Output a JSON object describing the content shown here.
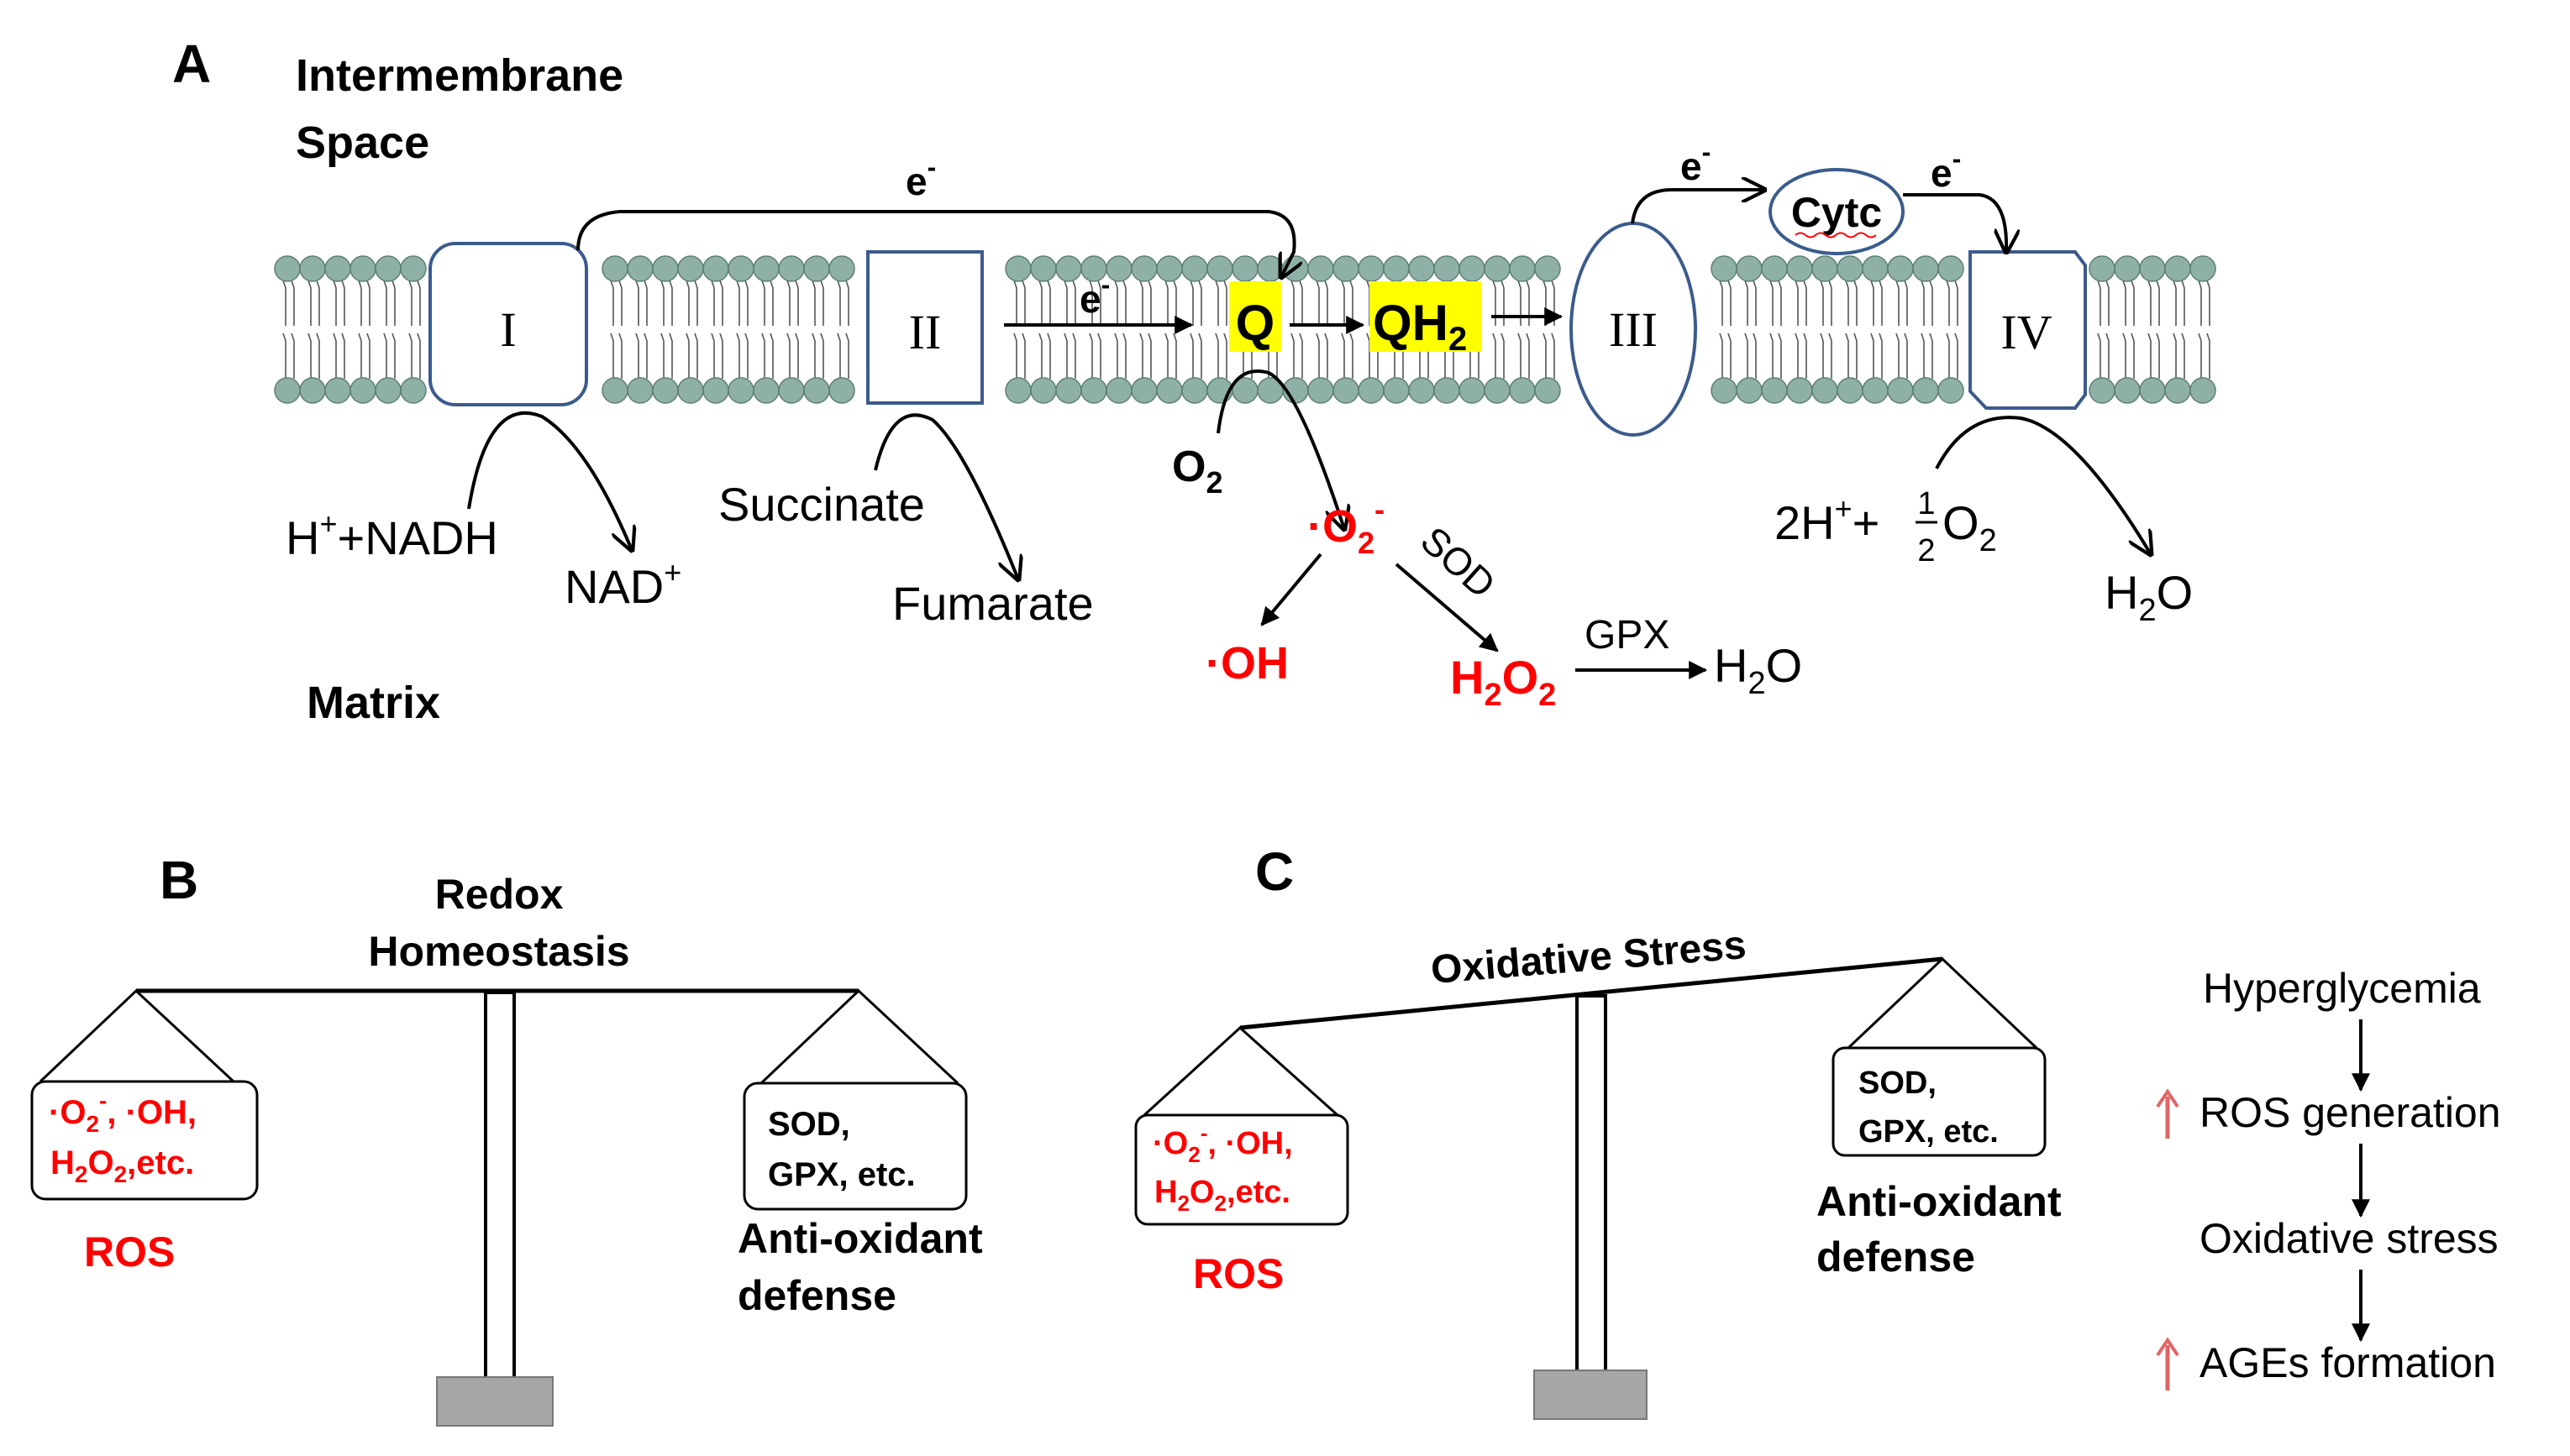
{
  "panel_a": {
    "letter": "A",
    "intermembrane_line1": "Intermembrane",
    "intermembrane_line2": "Space",
    "matrix": "Matrix",
    "complex_1": "I",
    "complex_2": "II",
    "complex_3": "III",
    "complex_4": "IV",
    "electron": "e",
    "electron_charge": "-",
    "cytc": "Cytc",
    "q": "Q",
    "qh": "QH",
    "qh_sub": "2",
    "h_nadh_a": "H",
    "h_nadh_sup": "+",
    "h_nadh_b": "+NADH",
    "nad": "NAD",
    "nad_sup": "+",
    "succinate": "Succinate",
    "fumarate": "Fumarate",
    "o2": "O",
    "o2_sub": "2",
    "superoxide_dot": "·",
    "superoxide": "O",
    "superoxide_sub": "2",
    "superoxide_sup": "-",
    "sod": "SOD",
    "hydroxyl_dot": "·",
    "hydroxyl": "OH",
    "h2o2_h": "H",
    "h2o2_2a": "2",
    "h2o2_o": "O",
    "h2o2_2b": "2",
    "gpx": "GPX",
    "water_h": "H",
    "water_2": "2",
    "water_o": "O",
    "iv_reactant_a": "2H",
    "iv_reactant_sup": "+",
    "iv_reactant_plus": "+",
    "iv_frac_num": "1",
    "iv_frac_den": "2",
    "iv_o": "O",
    "iv_o_sub": "2",
    "iv_water_h": "H",
    "iv_water_2": "2",
    "iv_water_o": "O"
  },
  "panel_b": {
    "letter": "B",
    "title_line1": "Redox",
    "title_line2": "Homeostasis",
    "ros_box_line1": "·O",
    "ros_box_line1_sub": "2",
    "ros_box_line1_sup": "-",
    "ros_box_line1_rest": ", ·OH,",
    "ros_box_line2": "H",
    "ros_box_line2_sub": "2",
    "ros_box_line2_o": "O",
    "ros_box_line2_sub2": "2",
    "ros_box_line2_rest": ",etc.",
    "ros_label": "ROS",
    "anti_box_line1": "SOD,",
    "anti_box_line2": "GPX, etc.",
    "anti_label_line1": "Anti-oxidant",
    "anti_label_line2": "defense"
  },
  "panel_c": {
    "letter": "C",
    "title": "Oxidative Stress",
    "ros_box_line1": "·O",
    "ros_box_line1_sub": "2",
    "ros_box_line1_sup": "-",
    "ros_box_line1_rest": ", ·OH,",
    "ros_box_line2": "H",
    "ros_box_line2_sub": "2",
    "ros_box_line2_o": "O",
    "ros_box_line2_sub2": "2",
    "ros_box_line2_rest": ",etc.",
    "ros_label": "ROS",
    "anti_box_line1": "SOD,",
    "anti_box_line2": "GPX, etc.",
    "anti_label_line1": "Anti-oxidant",
    "anti_label_line2": "defense",
    "flow": [
      "Hyperglycemia",
      "ROS generation",
      "Oxidative stress",
      "AGEs formation"
    ],
    "up_arrow_color": "#e06666"
  },
  "colors": {
    "red": "#ff0000",
    "highlight": "#ffff00",
    "membrane_head": "#8fb0a6",
    "complex_stroke": "#3b5b8c",
    "base_gray": "#a6a6a6"
  }
}
